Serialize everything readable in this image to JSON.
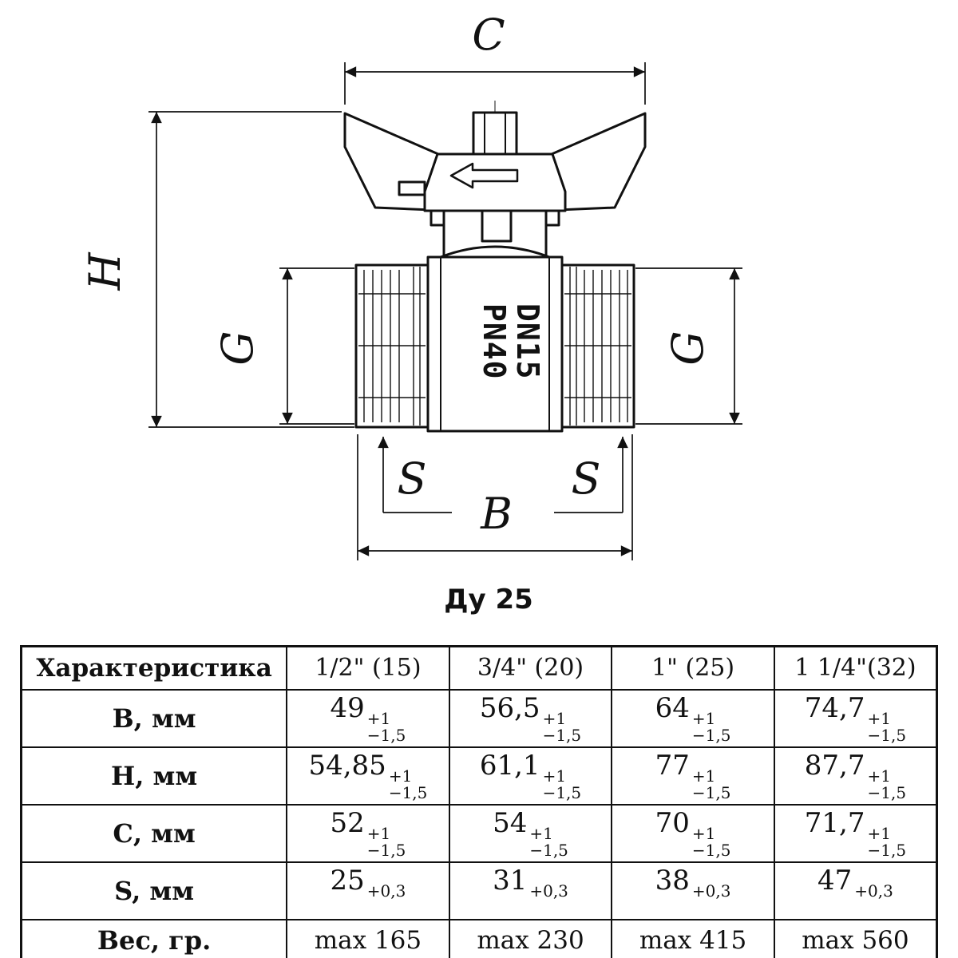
{
  "drawing": {
    "caption": "Ду 25",
    "dim_labels": {
      "c": "C",
      "h": "H",
      "g_left": "G",
      "g_right": "G",
      "s_left": "S",
      "s_right": "S",
      "b": "B"
    },
    "body_marking_line1": "PN40",
    "body_marking_line2": "DN15"
  },
  "table": {
    "header": [
      "Характеристика",
      "1/2\" (15)",
      "3/4\" (20)",
      "1\" (25)",
      "1 1/4\"(32)"
    ],
    "rows": [
      {
        "label": "В, мм",
        "cells": [
          {
            "base": "49",
            "sup": "+1",
            "sub": "−1,5"
          },
          {
            "base": "56,5",
            "sup": "+1",
            "sub": "−1,5"
          },
          {
            "base": "64",
            "sup": "+1",
            "sub": "−1,5"
          },
          {
            "base": "74,7",
            "sup": "+1",
            "sub": "−1,5"
          }
        ]
      },
      {
        "label": "Н, мм",
        "cells": [
          {
            "base": "54,85",
            "sup": "+1",
            "sub": "−1,5"
          },
          {
            "base": "61,1",
            "sup": "+1",
            "sub": "−1,5"
          },
          {
            "base": "77",
            "sup": "+1",
            "sub": "−1,5"
          },
          {
            "base": "87,7",
            "sup": "+1",
            "sub": "−1,5"
          }
        ]
      },
      {
        "label": "С, мм",
        "cells": [
          {
            "base": "52",
            "sup": "+1",
            "sub": "−1,5"
          },
          {
            "base": "54",
            "sup": "+1",
            "sub": "−1,5"
          },
          {
            "base": "70",
            "sup": "+1",
            "sub": "−1,5"
          },
          {
            "base": "71,7",
            "sup": "+1",
            "sub": "−1,5"
          }
        ]
      },
      {
        "label": "S, мм",
        "cells": [
          {
            "base": "25",
            "sup": "+0,3",
            "sub": ""
          },
          {
            "base": "31",
            "sup": "+0,3",
            "sub": ""
          },
          {
            "base": "38",
            "sup": "+0,3",
            "sub": ""
          },
          {
            "base": "47",
            "sup": "+0,3",
            "sub": ""
          }
        ]
      },
      {
        "label": "Вес, гр.",
        "cells": [
          {
            "base": "max 165"
          },
          {
            "base": "max 230"
          },
          {
            "base": "max 415"
          },
          {
            "base": "max 560"
          }
        ]
      }
    ]
  }
}
